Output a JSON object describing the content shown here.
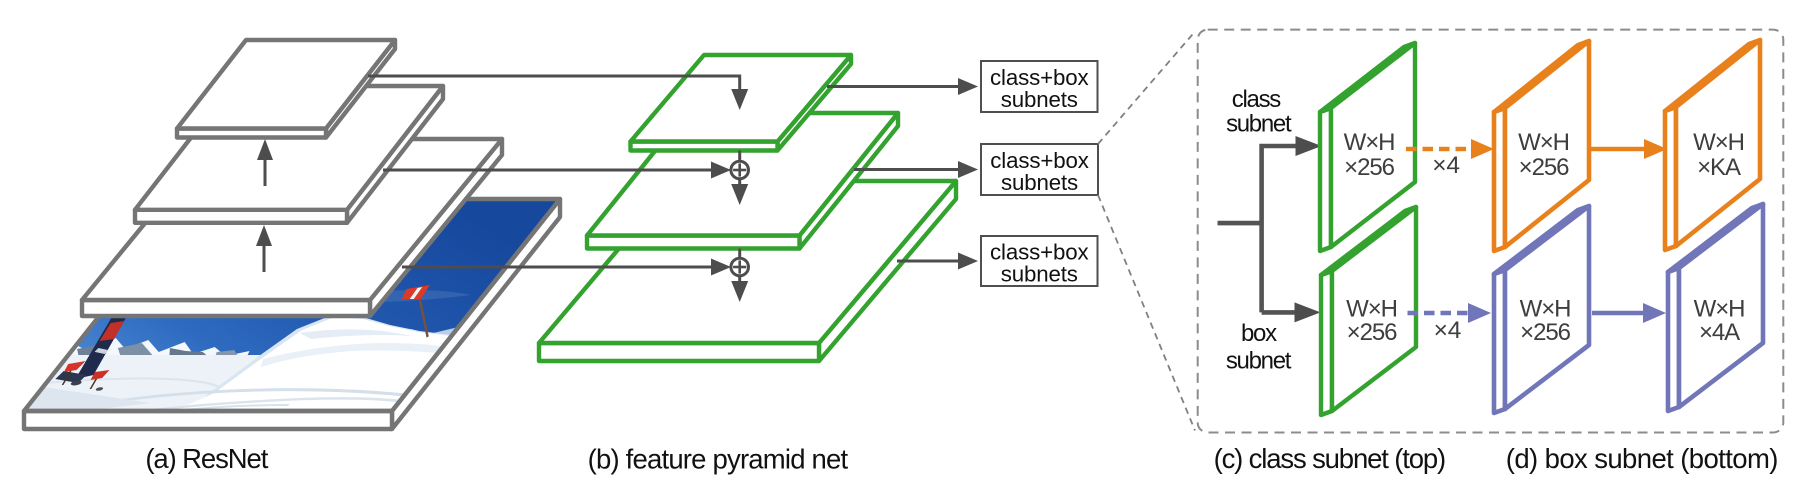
{
  "figure": {
    "captions": [
      {
        "id": "a",
        "text": "(a) ResNet"
      },
      {
        "id": "b",
        "text": "(b) feature pyramid net"
      },
      {
        "id": "c",
        "text": "(c) class subnet (top)"
      },
      {
        "id": "d",
        "text": "(d) box subnet (bottom)"
      }
    ],
    "subnet_boxes": [
      {
        "line1": "class+box",
        "line2": "subnets"
      },
      {
        "line1": "class+box",
        "line2": "subnets"
      },
      {
        "line1": "class+box",
        "line2": "subnets"
      }
    ],
    "panel": {
      "class_label": {
        "line1": "class",
        "line2": "subnet"
      },
      "box_label": {
        "line1": "box",
        "line2": "subnet"
      },
      "class_row": {
        "in": {
          "line1": "W×H",
          "line2": "×256"
        },
        "mid": {
          "line1": "W×H",
          "line2": "×256"
        },
        "out": {
          "line1": "W×H",
          "line2": "×KA"
        },
        "times4": "×4"
      },
      "box_row": {
        "in": {
          "line1": "W×H",
          "line2": "×256"
        },
        "mid": {
          "line1": "W×H",
          "line2": "×256"
        },
        "out": {
          "line1": "W×H",
          "line2": "×4A"
        },
        "times4": "×4"
      }
    },
    "colors": {
      "slab_gray": "#757575",
      "line_dark": "#4d4d4d",
      "fpn_green": "#33a22e",
      "class_orange": "#e8811c",
      "box_blue": "#7176b9",
      "sky_blue": "#2360bc",
      "text_black": "#1a1a1a",
      "plate_text_gray": "#3e3e3e",
      "background": "#ffffff"
    }
  }
}
